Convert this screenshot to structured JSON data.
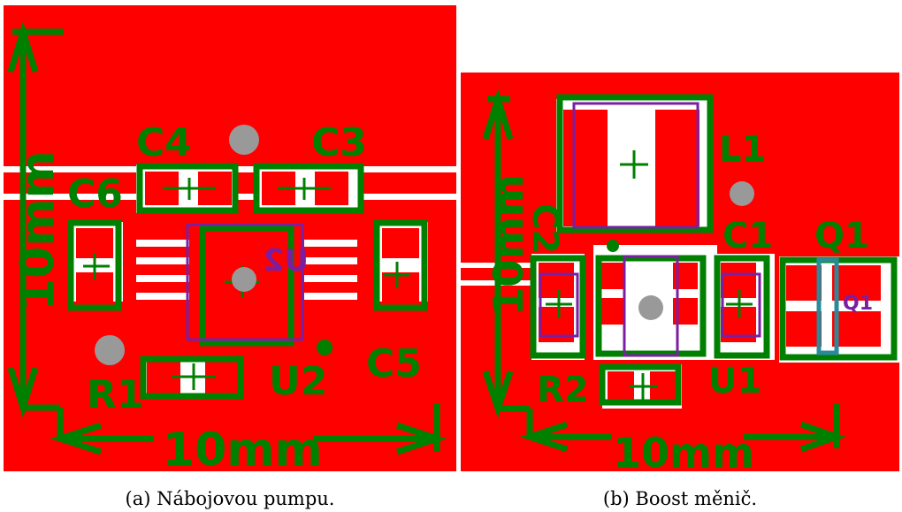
{
  "panels": [
    {
      "id": "a",
      "caption": "(a) Nábojovou pumpu.",
      "dim_vertical": "10mm",
      "dim_horizontal": "10mm",
      "labels": {
        "c4": "C4",
        "c3": "C3",
        "c6": "C6",
        "u2_mirrored": "U2",
        "r1": "R1",
        "u2": "U2",
        "c5": "C5"
      }
    },
    {
      "id": "b",
      "caption": "(b) Boost měnič.",
      "dim_vertical": "10mm",
      "dim_horizontal": "10mm",
      "labels": {
        "l1": "L1",
        "c2": "C2",
        "c1": "C1",
        "q1": "Q1",
        "q1_small": "Q1",
        "r2": "R2",
        "u1": "U1"
      }
    }
  ],
  "colors": {
    "board": "#ff0000",
    "silkscreen": "#008000",
    "trace": "#ffffff",
    "outline": "#7a1fa2",
    "hole": "#999999",
    "teal": "#2a8a9a"
  }
}
